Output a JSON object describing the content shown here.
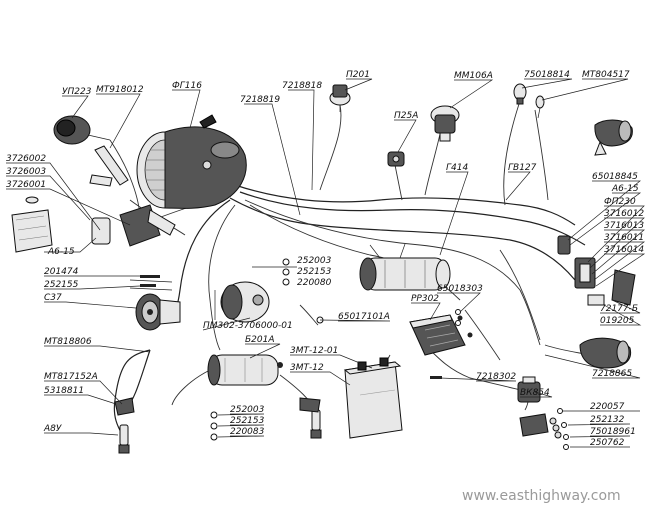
{
  "labels": {
    "up223": "УП223",
    "mt918012": "МТ918012",
    "fg116": "ФГ116",
    "n7218818": "7218818",
    "n7218819": "7218819",
    "p201": "П201",
    "mm106a": "ММ106А",
    "n75018814": "75018814",
    "mt804517": "МТ804517",
    "p25a": "П25А",
    "g414": "Г414",
    "gv127": "ГВ127",
    "n3726002": "3726002",
    "n3726003": "3726003",
    "n3726001": "3726001",
    "a6_15_left": "А6-15",
    "n65018845": "65018845",
    "a6_15_right": "А6-15",
    "fp230": "ФП230",
    "n3716012": "3716012",
    "n3716013": "3716013",
    "n3716011": "3716011",
    "n3716014": "3716014",
    "n201474": "201474",
    "n252155": "252155",
    "c37": "С37",
    "n252003_top": "252003",
    "n252153_top": "252153",
    "n220080": "220080",
    "n65018303": "65018303",
    "pp302": "РР302",
    "n72177b": "72177-Б",
    "n019205": "019205",
    "pm302": "ПМ302-3706000-01",
    "n65017101a": "65017101А",
    "mt818806": "МТ818806",
    "b201a": "Б201А",
    "zmt12_01": "3МТ-12-01",
    "zmt12": "3МТ-12",
    "n7218865": "7218865",
    "mt817152a": "МТ817152А",
    "n7218302": "7218302",
    "n5318811": "5318811",
    "vk854": "ВК854",
    "n220057": "220057",
    "n252003_bot": "252003",
    "n252153_bot": "252153",
    "n220083": "220083",
    "a8u": "А8У",
    "n252132": "252132",
    "n75018961": "75018961",
    "n250762": "250762"
  },
  "watermark": "www.easthighway.com",
  "icons": [
    "tail-lamp-icon",
    "headlamp-icon",
    "horn-icon",
    "generator-icon",
    "coil-icon",
    "battery-icon",
    "relay-regulator-icon",
    "spark-plug-icon",
    "switch-icon",
    "fuse-icon"
  ]
}
